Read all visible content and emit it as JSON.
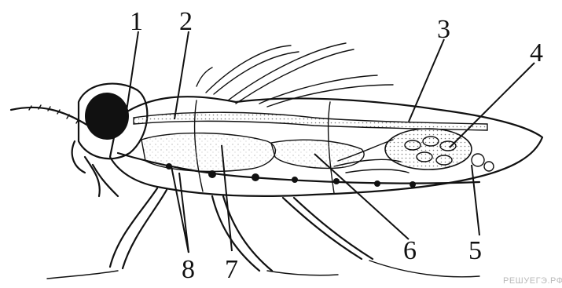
{
  "figure": {
    "labels": [
      "1",
      "2",
      "3",
      "4",
      "5",
      "6",
      "7",
      "8"
    ],
    "watermark": "РЕШУЕГЭ.РФ"
  }
}
